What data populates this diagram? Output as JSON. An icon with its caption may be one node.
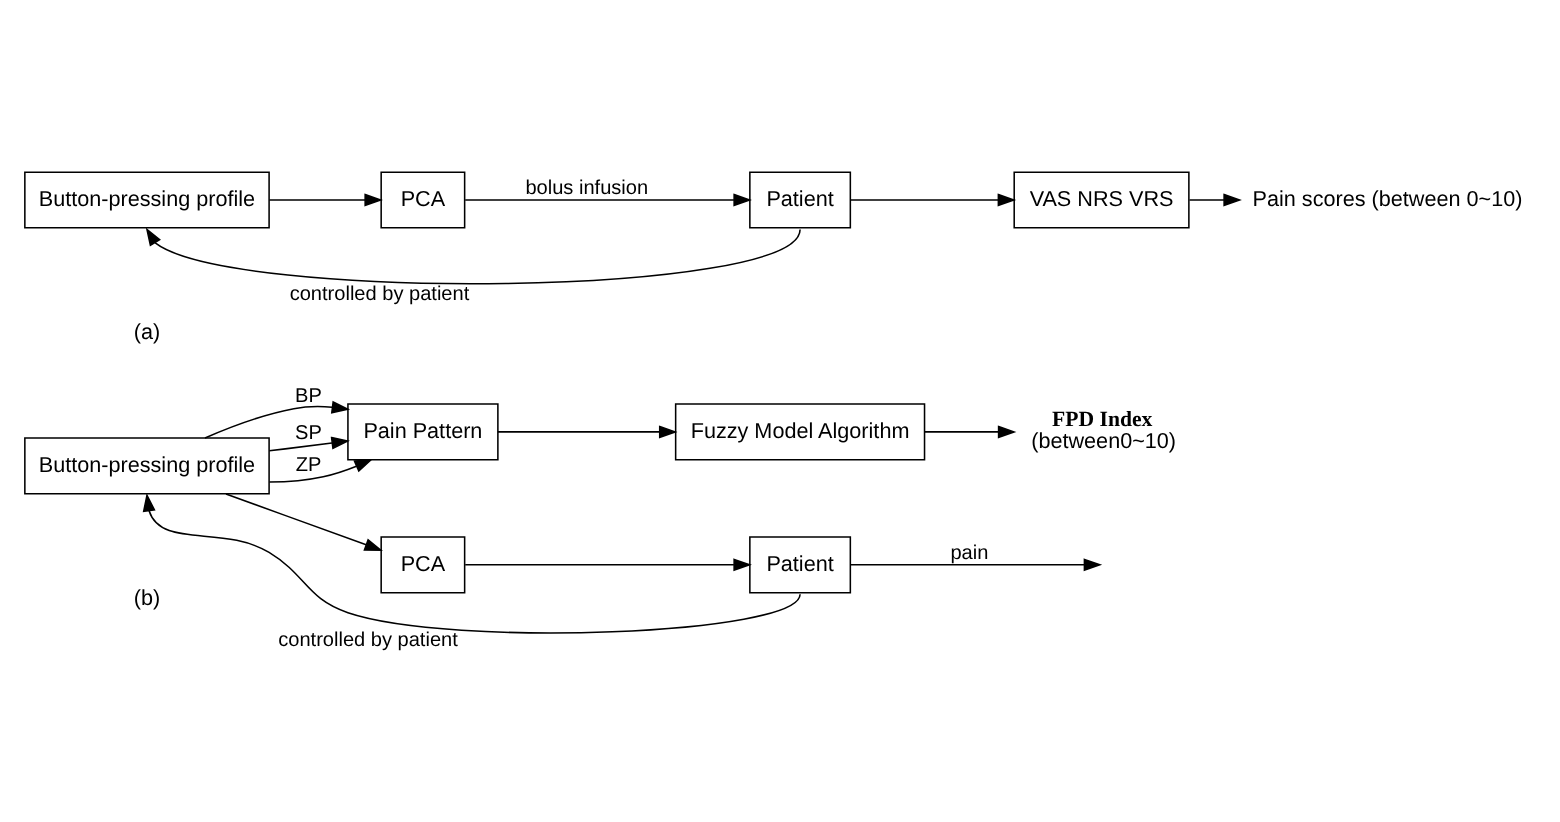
{
  "diagram": {
    "nodes": [
      {
        "text": [
          "Button-pressing profile"
        ]
      },
      {
        "text": [
          "PCA"
        ]
      },
      {
        "text": [
          "Patient"
        ]
      },
      {
        "text": [
          "VAS NRS VRS"
        ]
      },
      {
        "text": [
          "Pain scores (between 0~10)"
        ]
      },
      {
        "text": [
          "Button-pressing profile"
        ]
      },
      {
        "text": [
          "PCA"
        ]
      },
      {
        "text": [
          "Patient"
        ]
      },
      {
        "text": [
          "Pain Pattern"
        ]
      },
      {
        "text": [
          "Fuzzy Model Algorithm"
        ]
      },
      {
        "text": [
          "FPD Index",
          "(between0~10)"
        ]
      }
    ],
    "edges": [
      {
        "from": 0,
        "to": 1,
        "arrow": "to"
      },
      {
        "from": 1,
        "to": 2,
        "arrow": "to",
        "label": "bolus infusion"
      },
      {
        "from": 2,
        "to": 3,
        "arrow": "to"
      },
      {
        "from": 3,
        "to": 4,
        "arrow": "to"
      },
      {
        "from": 2,
        "to": 0,
        "arrow": "to",
        "label": "controlled by patient"
      },
      {
        "from": 5,
        "to": 8,
        "arrow": "to",
        "label": "BP"
      },
      {
        "from": 5,
        "to": 8,
        "arrow": "to",
        "label": "SP"
      },
      {
        "from": 5,
        "to": 8,
        "arrow": "to",
        "label": "ZP"
      },
      {
        "from": 8,
        "to": 9,
        "arrow": "to"
      },
      {
        "from": 9,
        "to": 10,
        "arrow": "to"
      },
      {
        "from": 5,
        "to": 6,
        "arrow": "to"
      },
      {
        "from": 6,
        "to": 7,
        "arrow": "to"
      },
      {
        "from": 7,
        "to": null,
        "arrow": "to",
        "label": "pain"
      },
      {
        "from": 7,
        "to": 5,
        "arrow": "to",
        "label": "controlled by patient"
      }
    ],
    "labels": [
      "(a)",
      "(b)"
    ]
  }
}
